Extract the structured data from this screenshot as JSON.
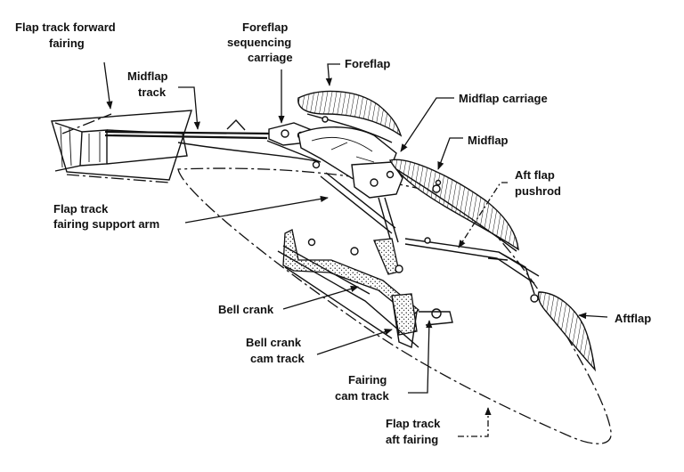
{
  "labels": {
    "flap_track_forward_fairing": [
      "Flap track forward",
      "fairing"
    ],
    "midflap_track": [
      "Midflap",
      "track"
    ],
    "foreflap_sequencing_carriage": [
      "Foreflap",
      "sequencing",
      "carriage"
    ],
    "foreflap": "Foreflap",
    "midflap_carriage": "Midflap carriage",
    "midflap": "Midflap",
    "aft_flap_pushrod": [
      "Aft flap",
      "pushrod"
    ],
    "flap_track_fairing_support_arm": [
      "Flap track",
      "fairing support arm"
    ],
    "bell_crank": "Bell crank",
    "aftflap": "Aftflap",
    "bell_crank_cam_track": [
      "Bell crank",
      "cam track"
    ],
    "fairing_cam_track": [
      "Fairing",
      "cam track"
    ],
    "flap_track_aft_fairing": [
      "Flap track",
      "aft fairing"
    ]
  },
  "colors": {
    "ink": "#111111",
    "paper": "#ffffff"
  }
}
